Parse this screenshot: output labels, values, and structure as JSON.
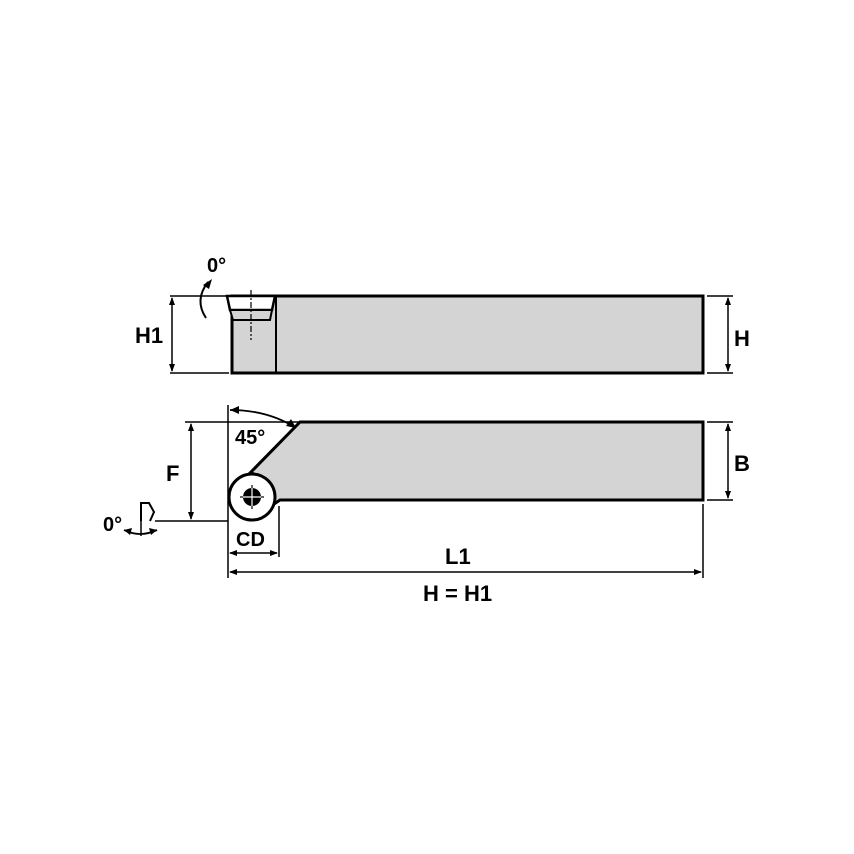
{
  "diagram": {
    "title": "Turning tool holder dimension drawing",
    "colors": {
      "body_fill": "#d4d4d4",
      "line": "#000000",
      "background": "#ffffff"
    },
    "side_view": {
      "labels": {
        "angle": "0°",
        "height_left": "H1",
        "height_right": "H"
      }
    },
    "top_view": {
      "labels": {
        "angle_lead": "45°",
        "offset": "F",
        "width": "B",
        "angle_insert": "0°",
        "cutting_diameter": "CD",
        "length": "L1"
      }
    },
    "note": "H = H1"
  }
}
